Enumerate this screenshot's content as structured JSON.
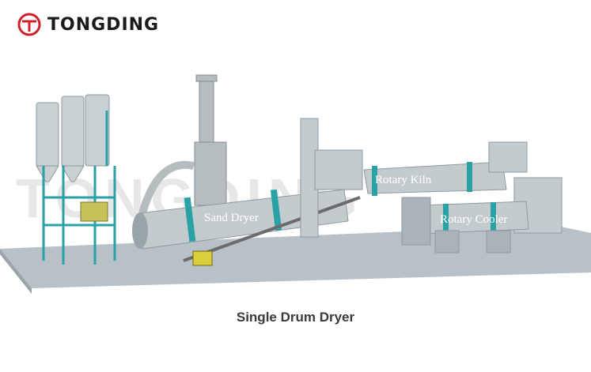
{
  "brand": {
    "name": "TONGDING",
    "logo_icon": "tongding-logo-icon",
    "accent": "#d0202a"
  },
  "watermark": "TONGDING",
  "labels": {
    "sand_dryer": "Sand Dryer",
    "rotary_kiln": "Rotary Kiln",
    "rotary_cooler": "Rotary Cooler"
  },
  "caption": "Single Drum Dryer",
  "colors": {
    "equipment": "#c4cbcf",
    "frame": "#2aa2a5",
    "floor": "#b8c1c8"
  }
}
